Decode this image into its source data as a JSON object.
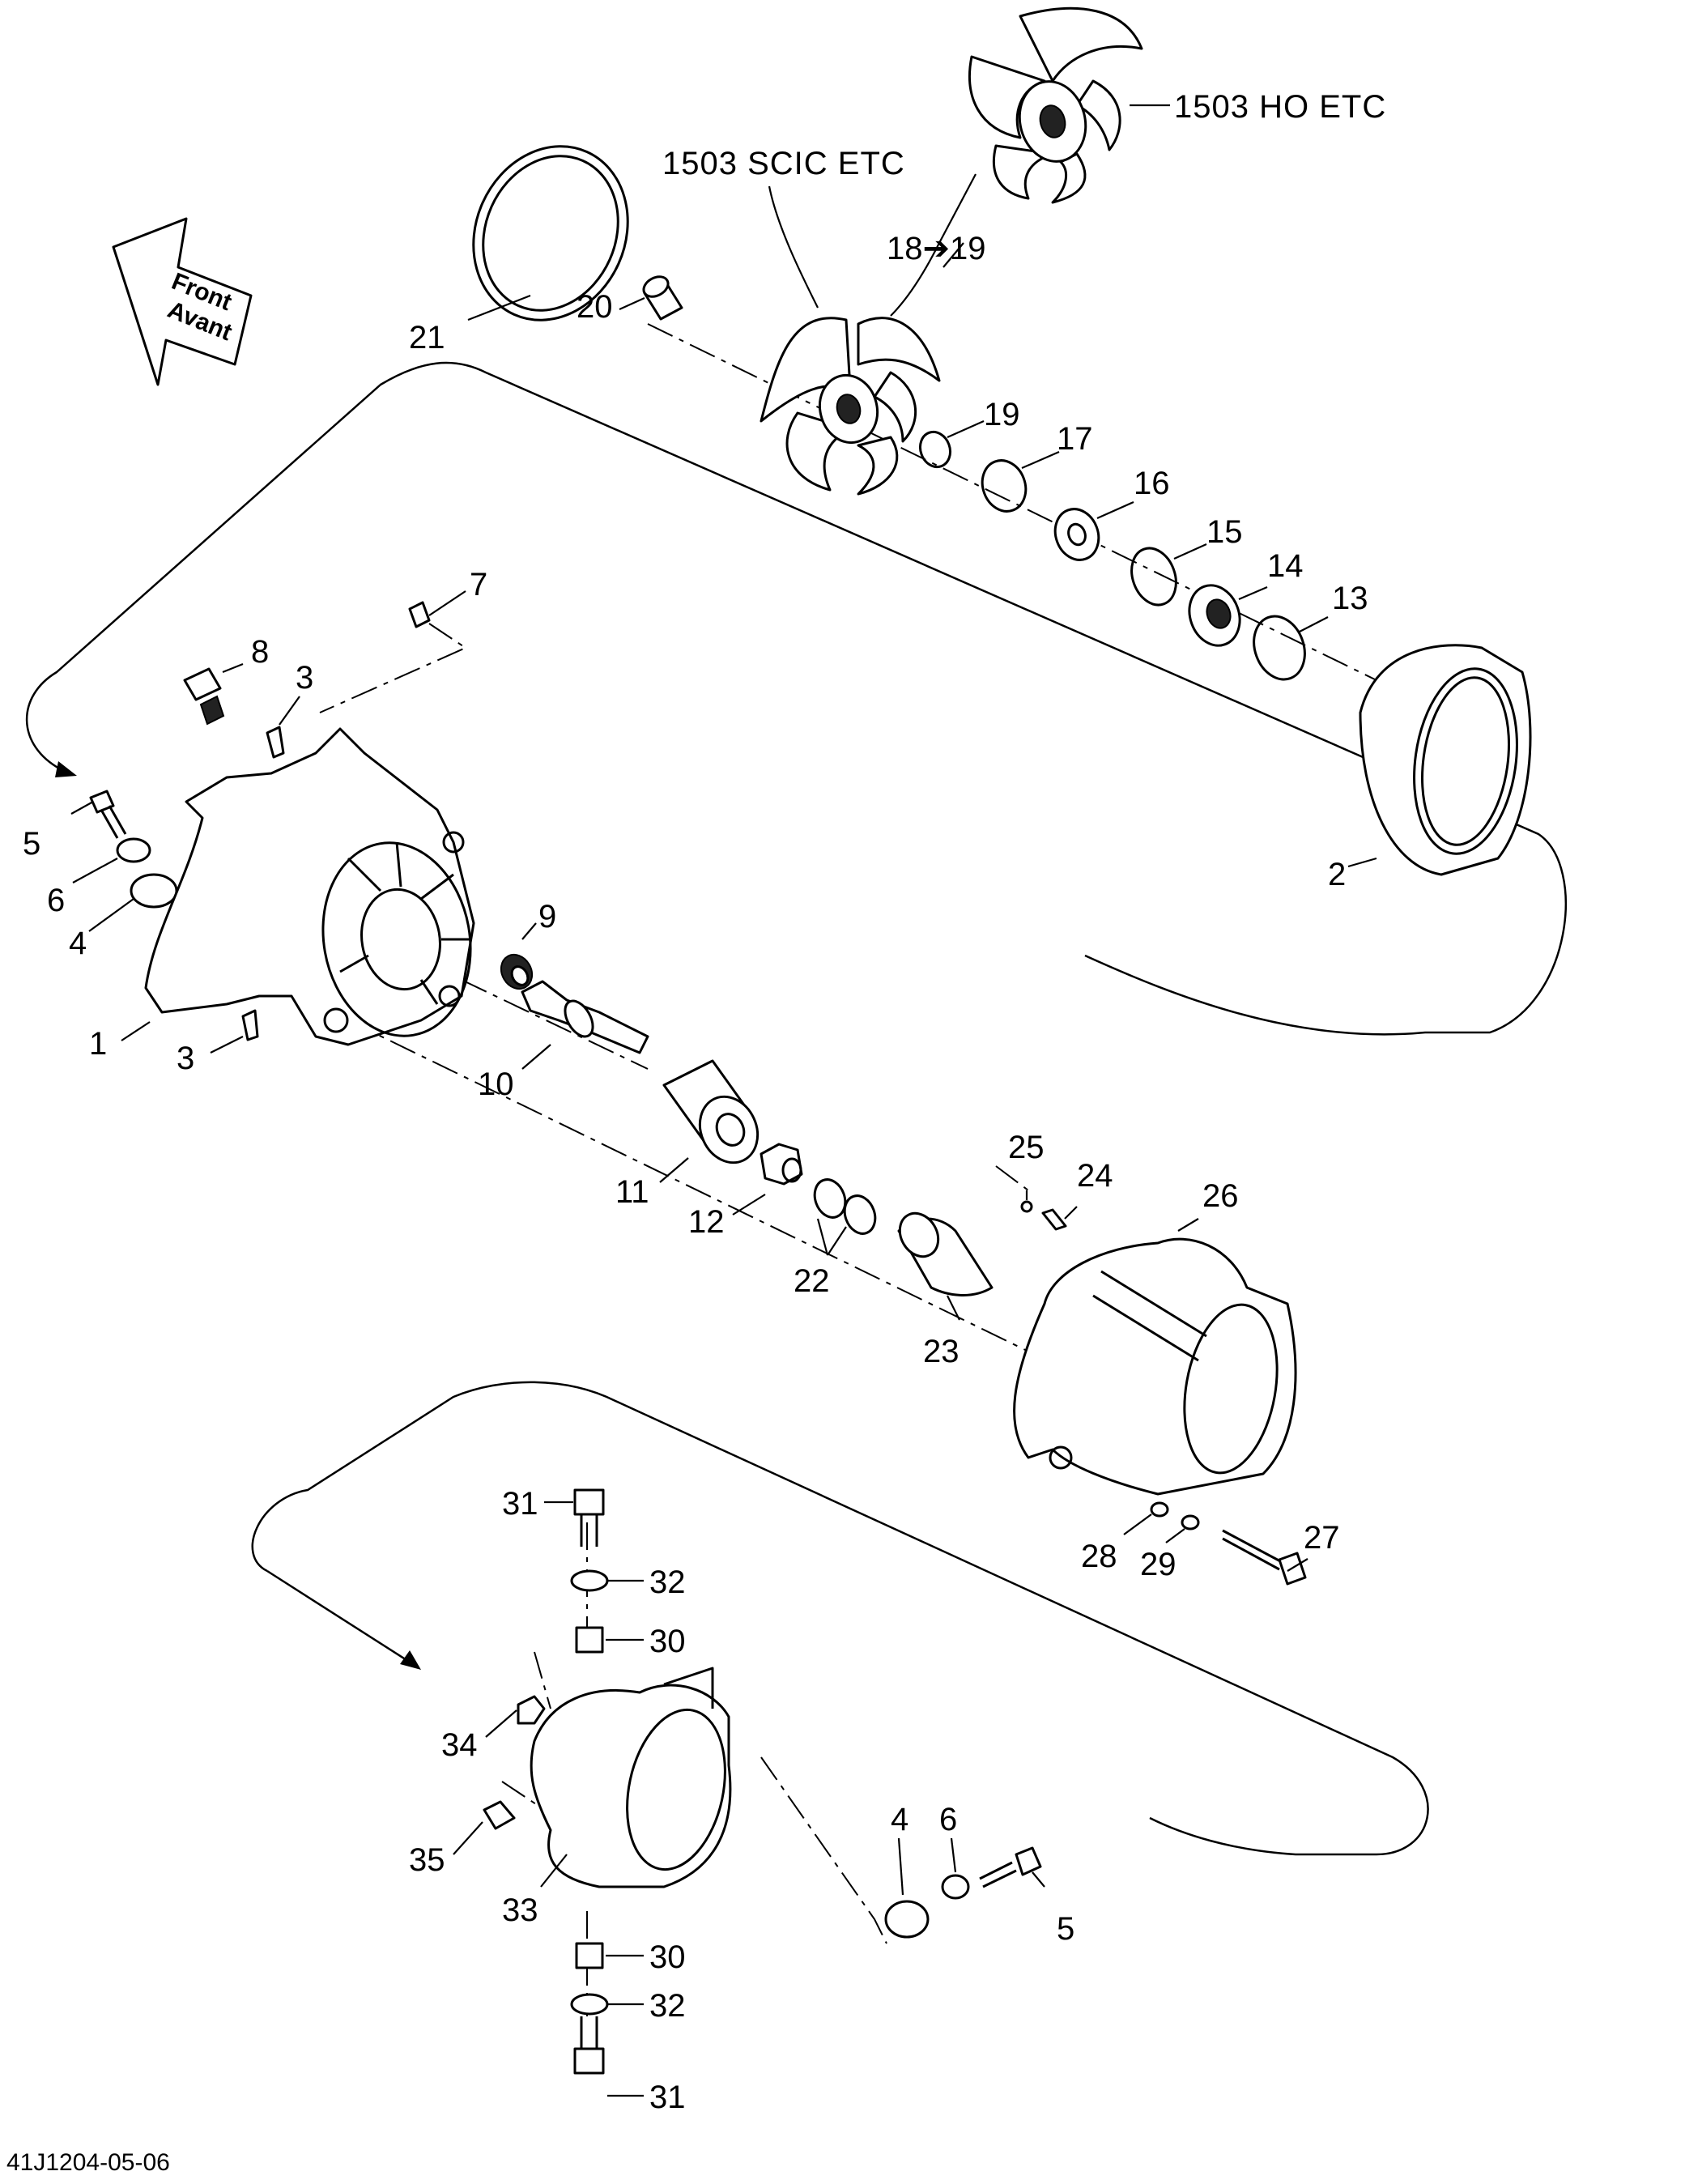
{
  "labels": {
    "l1": "1",
    "l2": "2",
    "l3a": "3",
    "l3b": "3",
    "l4a": "4",
    "l4b": "4",
    "l5a": "5",
    "l5b": "5",
    "l6a": "6",
    "l6b": "6",
    "l7": "7",
    "l8": "8",
    "l9": "9",
    "l10": "10",
    "l11": "11",
    "l12": "12",
    "l13": "13",
    "l14": "14",
    "l15": "15",
    "l16": "16",
    "l17": "17",
    "l18": "18➔19",
    "l19": "19",
    "l20": "20",
    "l21": "21",
    "l22": "22",
    "l23": "23",
    "l24": "24",
    "l25": "25",
    "l26": "26",
    "l27": "27",
    "l28": "28",
    "l29": "29",
    "l30a": "30",
    "l30b": "30",
    "l31a": "31",
    "l31b": "31",
    "l32a": "32",
    "l32b": "32",
    "l33": "33",
    "l34": "34",
    "l35": "35"
  },
  "variants": {
    "ho": "1503 HO ETC",
    "scic": "1503 SCIC ETC"
  },
  "front_arrow": {
    "line1": "Front",
    "line2": "Avant"
  },
  "reference": "41J1204-05-06"
}
